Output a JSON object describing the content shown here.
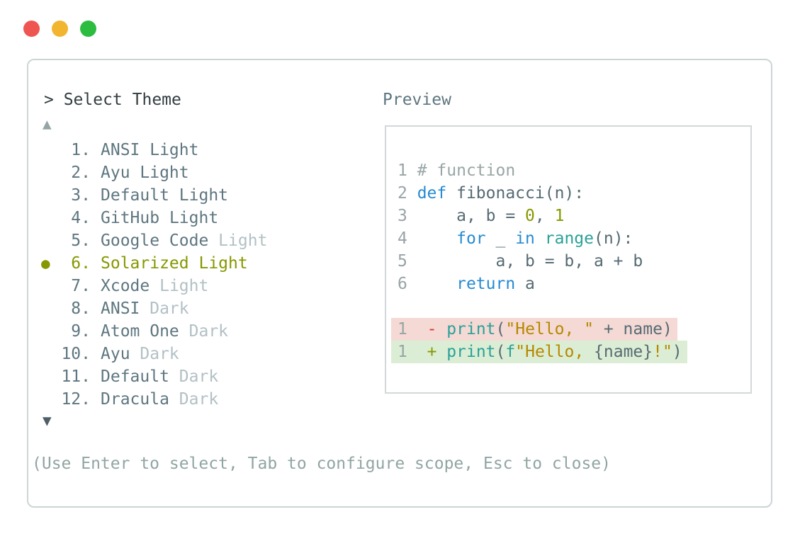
{
  "palette": {
    "prompt_text": "#333d40",
    "item_text": "#5e7680",
    "item_dim": "#b2c0c4",
    "selected": "#879700",
    "arrow_up": "#95a5a6",
    "arrow_down": "#4e5f67",
    "footer_text": "#90a5a3",
    "border_outer": "#ccd5d6",
    "border_preview": "#d2d8d9",
    "linenum": "#98a4a6",
    "code_default": "#566b73",
    "code_comment": "#9aa6a6",
    "code_keyword": "#268bd2",
    "code_function": "#2aa198",
    "code_number": "#859900",
    "code_string": "#b58900",
    "code_diff_removed": "#dc322f",
    "code_diff_added": "#859900",
    "bg_removed": "#f4d9d5",
    "bg_added": "#dcedd5"
  },
  "window": {
    "traffic_lights": [
      {
        "name": "close-button",
        "color": "#ef5551"
      },
      {
        "name": "minimize-button",
        "color": "#f2b52f"
      },
      {
        "name": "zoom-button",
        "color": "#2cbd40"
      }
    ]
  },
  "picker": {
    "prompt": "> Select Theme",
    "scroll_up_indicator": "▲",
    "scroll_down_indicator": "▼",
    "selected_bullet": "●",
    "items": [
      {
        "number": "1.",
        "name": "ANSI",
        "variant": " Light",
        "variant_dim": false,
        "selected": false
      },
      {
        "number": "2.",
        "name": "Ayu",
        "variant": " Light",
        "variant_dim": false,
        "selected": false
      },
      {
        "number": "3.",
        "name": "Default",
        "variant": " Light",
        "variant_dim": false,
        "selected": false
      },
      {
        "number": "4.",
        "name": "GitHub",
        "variant": " Light",
        "variant_dim": false,
        "selected": false
      },
      {
        "number": "5.",
        "name": "Google Code",
        "variant": " Light",
        "variant_dim": true,
        "selected": false
      },
      {
        "number": "6.",
        "name": "Solarized",
        "variant": " Light",
        "variant_dim": false,
        "selected": true
      },
      {
        "number": "7.",
        "name": "Xcode",
        "variant": " Light",
        "variant_dim": true,
        "selected": false
      },
      {
        "number": "8.",
        "name": "ANSI",
        "variant": " Dark",
        "variant_dim": true,
        "selected": false
      },
      {
        "number": "9.",
        "name": "Atom One",
        "variant": " Dark",
        "variant_dim": true,
        "selected": false
      },
      {
        "number": "10.",
        "name": "Ayu",
        "variant": " Dark",
        "variant_dim": true,
        "selected": false
      },
      {
        "number": "11.",
        "name": "Default",
        "variant": " Dark",
        "variant_dim": true,
        "selected": false
      },
      {
        "number": "12.",
        "name": "Dracula",
        "variant": " Dark",
        "variant_dim": true,
        "selected": false
      }
    ],
    "footer_hint": "(Use Enter to select, Tab to configure scope, Esc to close)"
  },
  "preview": {
    "label": "Preview",
    "code_lines": [
      {
        "num": "1",
        "diff": "",
        "segments": [
          {
            "text": "# function",
            "color": "comment"
          }
        ]
      },
      {
        "num": "2",
        "diff": "",
        "segments": [
          {
            "text": "def",
            "color": "keyword"
          },
          {
            "text": " fibonacci(n):",
            "color": "default"
          }
        ]
      },
      {
        "num": "3",
        "diff": "",
        "segments": [
          {
            "text": "    a, b = ",
            "color": "default"
          },
          {
            "text": "0",
            "color": "number"
          },
          {
            "text": ", ",
            "color": "default"
          },
          {
            "text": "1",
            "color": "number"
          }
        ]
      },
      {
        "num": "4",
        "diff": "",
        "segments": [
          {
            "text": "    ",
            "color": "default"
          },
          {
            "text": "for",
            "color": "keyword"
          },
          {
            "text": " _ ",
            "color": "default"
          },
          {
            "text": "in",
            "color": "keyword"
          },
          {
            "text": " ",
            "color": "default"
          },
          {
            "text": "range",
            "color": "function"
          },
          {
            "text": "(n):",
            "color": "default"
          }
        ]
      },
      {
        "num": "5",
        "diff": "",
        "segments": [
          {
            "text": "        a, b = b, a + b",
            "color": "default"
          }
        ]
      },
      {
        "num": "6",
        "diff": "",
        "segments": [
          {
            "text": "    ",
            "color": "default"
          },
          {
            "text": "return",
            "color": "keyword"
          },
          {
            "text": " a",
            "color": "default"
          }
        ]
      },
      {
        "num": "",
        "diff": "",
        "segments": []
      },
      {
        "num": "1",
        "diff": "removed",
        "segments": [
          {
            "text": " ",
            "color": "default"
          },
          {
            "text": "-",
            "color": "diff_removed"
          },
          {
            "text": " ",
            "color": "default"
          },
          {
            "text": "print",
            "color": "function"
          },
          {
            "text": "(",
            "color": "default"
          },
          {
            "text": "\"Hello, \"",
            "color": "string"
          },
          {
            "text": " + name)",
            "color": "default"
          }
        ]
      },
      {
        "num": "1",
        "diff": "added",
        "segments": [
          {
            "text": " ",
            "color": "default"
          },
          {
            "text": "+",
            "color": "diff_added"
          },
          {
            "text": " ",
            "color": "default"
          },
          {
            "text": "print",
            "color": "function"
          },
          {
            "text": "(",
            "color": "default"
          },
          {
            "text": "f",
            "color": "function"
          },
          {
            "text": "\"Hello, ",
            "color": "string"
          },
          {
            "text": "{name}",
            "color": "default"
          },
          {
            "text": "!\"",
            "color": "string"
          },
          {
            "text": ")",
            "color": "default"
          }
        ]
      }
    ]
  }
}
